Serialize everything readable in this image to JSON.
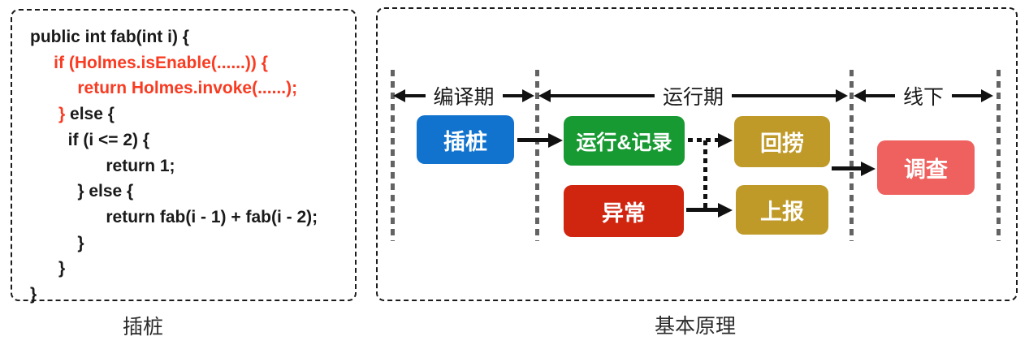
{
  "left_panel": {
    "caption": "插桩",
    "code_lines": [
      {
        "segments": [
          {
            "text": "public int fab(int i) {",
            "color": "dark"
          }
        ]
      },
      {
        "segments": [
          {
            "text": "     if (Holmes.isEnable(......)) {",
            "color": "red"
          }
        ]
      },
      {
        "segments": [
          {
            "text": "          return Holmes.invoke(......);",
            "color": "red"
          }
        ]
      },
      {
        "segments": [
          {
            "text": "      ",
            "color": "dark"
          },
          {
            "text": "}",
            "color": "red"
          },
          {
            "text": " else {",
            "color": "dark"
          }
        ]
      },
      {
        "segments": [
          {
            "text": "        if (i <= 2) {",
            "color": "dark"
          }
        ]
      },
      {
        "segments": [
          {
            "text": "                return 1;",
            "color": "dark"
          }
        ]
      },
      {
        "segments": [
          {
            "text": "          } else {",
            "color": "dark"
          }
        ]
      },
      {
        "segments": [
          {
            "text": "                return fab(i - 1) + fab(i - 2);",
            "color": "dark"
          }
        ]
      },
      {
        "segments": [
          {
            "text": "          }",
            "color": "dark"
          }
        ]
      },
      {
        "segments": [
          {
            "text": "      }",
            "color": "dark"
          }
        ]
      },
      {
        "segments": [
          {
            "text": "}",
            "color": "dark"
          }
        ]
      }
    ]
  },
  "right_panel": {
    "caption": "基本原理",
    "phases": [
      {
        "label": "编译期"
      },
      {
        "label": "运行期"
      },
      {
        "label": "线下"
      }
    ],
    "nodes": {
      "instrument": {
        "label": "插桩"
      },
      "run_record": {
        "label": "运行&记录"
      },
      "exception": {
        "label": "异常"
      },
      "fetch": {
        "label": "回捞"
      },
      "report": {
        "label": "上报"
      },
      "investigate": {
        "label": "调查"
      }
    }
  },
  "colors": {
    "node_blue": "#1173ce",
    "node_green": "#189a33",
    "node_red": "#d0250f",
    "node_gold": "#bf9a28",
    "node_pink": "#ee615e",
    "code_red": "#f93b22",
    "code_dark": "#1a1a1a",
    "arrow_black": "#111111",
    "divider_gray": "#636363"
  }
}
